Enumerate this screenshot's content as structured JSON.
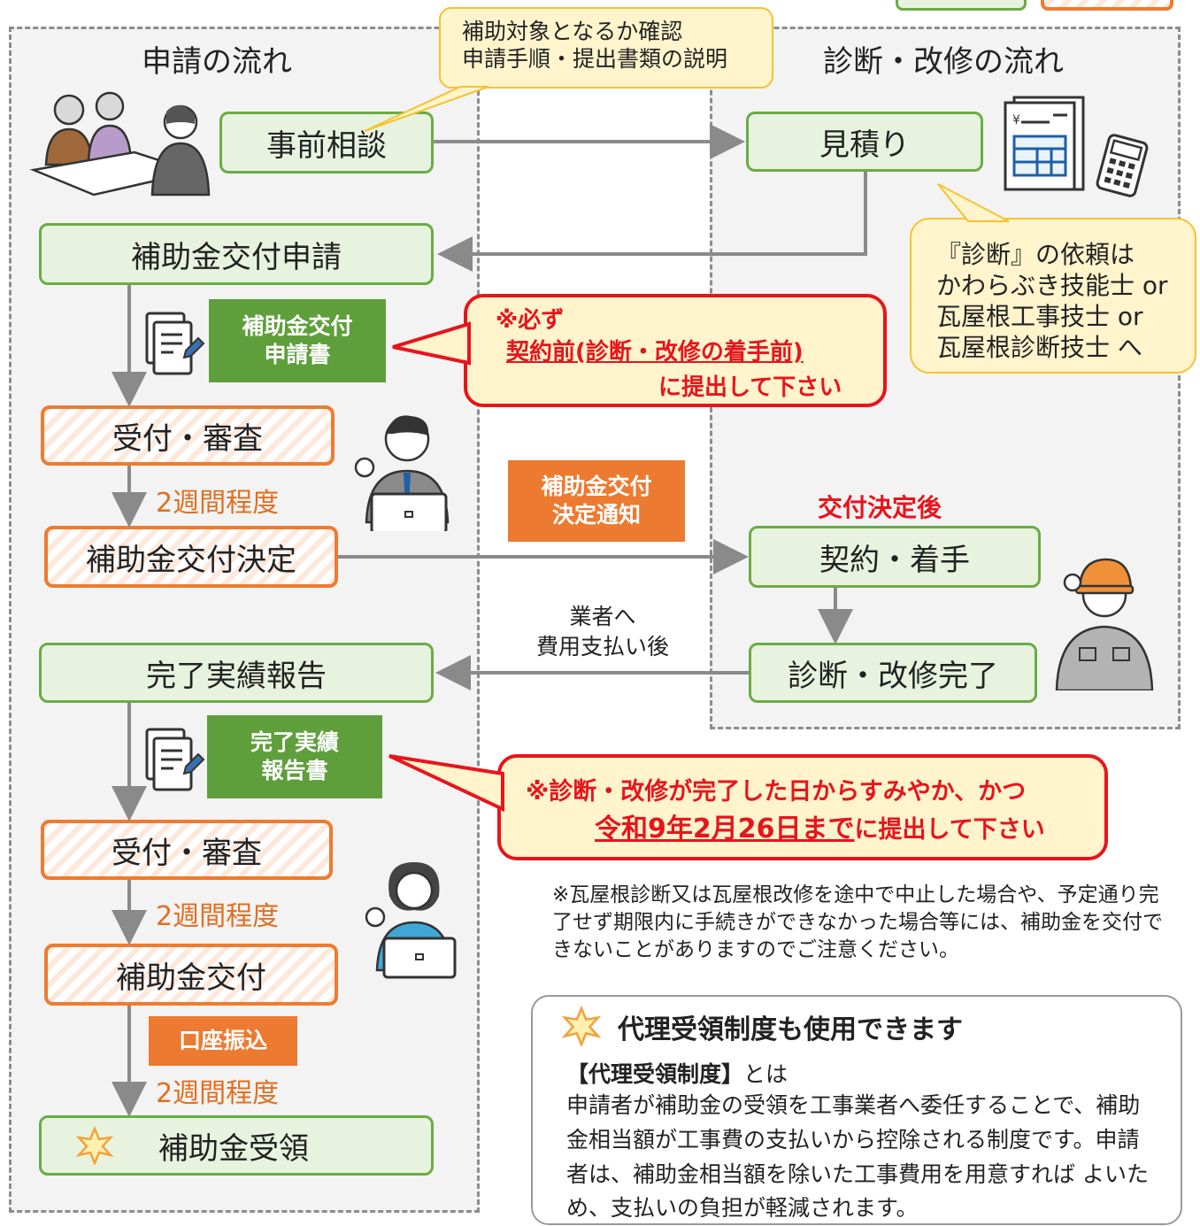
{
  "left_panel": {
    "title": "申請の流れ",
    "steps": {
      "consult": "事前相談",
      "apply": "補助金交付申請",
      "review1": "受付・審査",
      "decision": "補助金交付決定",
      "report": "完了実績報告",
      "review2": "受付・審査",
      "payment": "補助金交付",
      "receive": "補助金受領"
    },
    "docs": {
      "application_form": [
        "補助金交付",
        "申請書"
      ],
      "report_form": [
        "完了実績",
        "報告書"
      ],
      "transfer": "口座振込"
    },
    "durations": [
      "2週間程度",
      "2週間程度",
      "2週間程度"
    ]
  },
  "right_panel": {
    "title": "診断・改修の流れ",
    "steps": {
      "estimate": "見積り",
      "contract": "契約・着手",
      "complete": "診断・改修完了"
    },
    "after_decision": "交付決定後"
  },
  "middle": {
    "decision_notice": [
      "補助金交付",
      "決定通知"
    ],
    "after_payment": [
      "業者へ",
      "費用支払い後"
    ]
  },
  "callouts": {
    "consult_note": [
      "補助対象となるか確認",
      "申請手順・提出書類の説明"
    ],
    "diagnosis_request": [
      "『診断』の依頼は",
      "かわらぶき技能士 or",
      "瓦屋根工事技士 or",
      "瓦屋根診断技士 へ"
    ],
    "apply_warning": {
      "line1": "※必ず",
      "line2": "契約前(診断・改修の着手前)",
      "line3": "に提出して下さい"
    },
    "report_warning": {
      "line1": "※診断・改修が完了した日からすみやか、かつ",
      "deadline": "令和9年2月26日まで",
      "line2_rest": "に提出して下さい"
    }
  },
  "notice": "※瓦屋根診断又は瓦屋根改修を途中で中止した場合や、予定通り完了せず期限内に手続きができなかった場合等には、補助金を交付できないことがありますのでご注意ください。",
  "proxy": {
    "title": "代理受領制度も使用できます",
    "term": "【代理受領制度】",
    "term_suffix": "とは",
    "body": "申請者が補助金の受領を工事業者へ委任することで、補助金相当額が工事費の支払いから控除される制度です。申請者は、補助金相当額を除いた工事費用を用意すれば よいため、支払いの負担が軽減されます。"
  },
  "colors": {
    "green": "#6aac44",
    "green_fill": "#e8f3df",
    "orange": "#ee7b30",
    "red": "#e8141c",
    "yellow": "#fff4cc"
  }
}
